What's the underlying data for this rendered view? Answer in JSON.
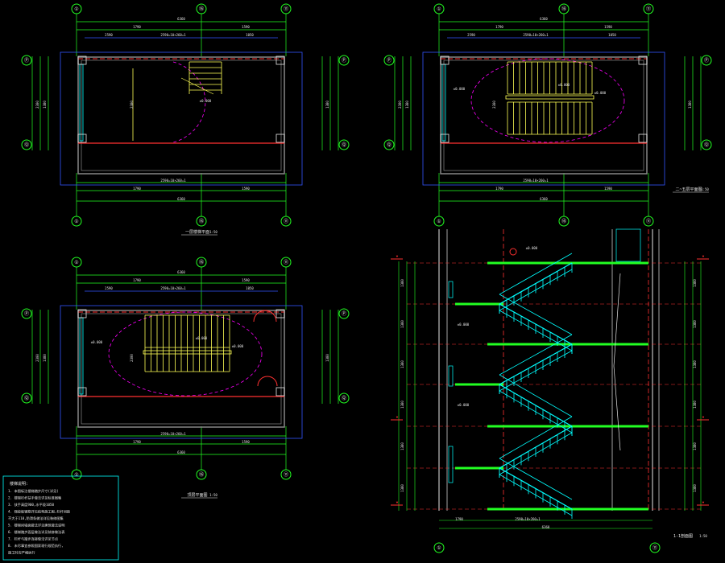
{
  "axis_labels": {
    "a1": "①",
    "a2": "⑯",
    "a3": "⑪",
    "r1": "Ⓟ",
    "r2": "Ⓠ"
  },
  "dims": {
    "overall": "6360",
    "span_a": "1790",
    "span_b": "1590",
    "tread_run": "2590=10×260=1",
    "half": "1050",
    "height": "2300",
    "height_side": "1380"
  },
  "plan1_title": "一层楼梯平面",
  "plan2_title": "二~五层平面图",
  "plan3_title": "顶层平面图",
  "section_title": "1-1剖面图",
  "scale": "1:50",
  "elev_tag": "±0.000",
  "notes": {
    "heading": "楼梯说明:",
    "lines": [
      "1. 本图标注楼梯踏步尺寸(详见)",
      "2. 楼梯栏杆扶手做法详见标准图集",
      "3. 扶手高度900,水平段1050",
      "4. 梯段板钢筋详见结构施工图,栏杆间距",
      "   不大于110,防滑条做法详见装修图集",
      "5. 楼梯间墙面做法详见建筑做法说明",
      "6. 楼梯踏步面层做法详见装修做法表",
      "7. 栏杆与踏步连接做法详见节点",
      "8. 未尽事宜参照国家现行规范执行,",
      "   施工时应严格执行"
    ]
  },
  "colors": {
    "green": "#22ff22",
    "yellow": "#ffff55",
    "cyan": "#00ffff",
    "red": "#ff3030",
    "magenta": "#ff00ff",
    "blue": "#3355ff",
    "white": "#e8e8e8",
    "gray": "#888888"
  }
}
